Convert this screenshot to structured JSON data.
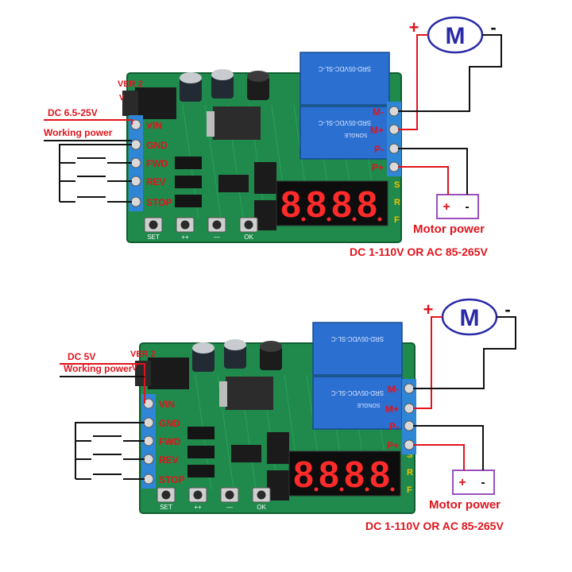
{
  "colors": {
    "wire_red": "#e0141c",
    "wire_black": "#111111",
    "board_green": "#1f8a4c",
    "relay_blue": "#2b6fd1",
    "terminal_blue": "#2f86d6",
    "motor_outline": "#2a2aa8",
    "psu_outline": "#9b4fbf",
    "label_red": "#e0141c"
  },
  "diagrams": [
    {
      "id": "top",
      "motor": {
        "symbol": "M",
        "plus": "+",
        "minus": "-"
      },
      "power_input_label": "DC 6.5-25V",
      "power_input_sub": "Working power",
      "silk_left_top": "VER 2",
      "silk_left_v": "V",
      "terminals_left": [
        "VIN",
        "GND",
        "FWD",
        "REV",
        "STOP"
      ],
      "terminals_right": [
        "M-",
        "M+",
        "P-",
        "P+"
      ],
      "display_side_letters": [
        "S",
        "R",
        "F"
      ],
      "display_text": "8.8.8.8.",
      "buttons": [
        "SET",
        "++",
        "—",
        "OK"
      ],
      "psu_plus": "+",
      "psu_minus": "-",
      "motor_power_label": "Motor power",
      "supply_spec": "DC 1-110V OR AC 85-265V",
      "relay_marking_1": "SRD-05VDC-SL-C",
      "relay_marking_2": "SONGLE"
    },
    {
      "id": "bottom",
      "motor": {
        "symbol": "M",
        "plus": "+",
        "minus": "-"
      },
      "power_input_label": "DC 5V",
      "power_input_sub": "Working power",
      "silk_left_top": "VER 2",
      "silk_left_v": "V",
      "terminals_left": [
        "VIN",
        "GND",
        "FWD",
        "REV",
        "STOP"
      ],
      "terminals_right": [
        "M-",
        "M+",
        "P-",
        "P+"
      ],
      "display_side_letters": [
        "S",
        "R",
        "F"
      ],
      "display_text": "8.8.8.8.",
      "buttons": [
        "SET",
        "++",
        "—",
        "OK"
      ],
      "psu_plus": "+",
      "psu_minus": "-",
      "motor_power_label": "Motor power",
      "supply_spec": "DC 1-110V OR AC 85-265V",
      "relay_marking_1": "SRD-05VDC-SL-C",
      "relay_marking_2": "SONGLE"
    }
  ]
}
